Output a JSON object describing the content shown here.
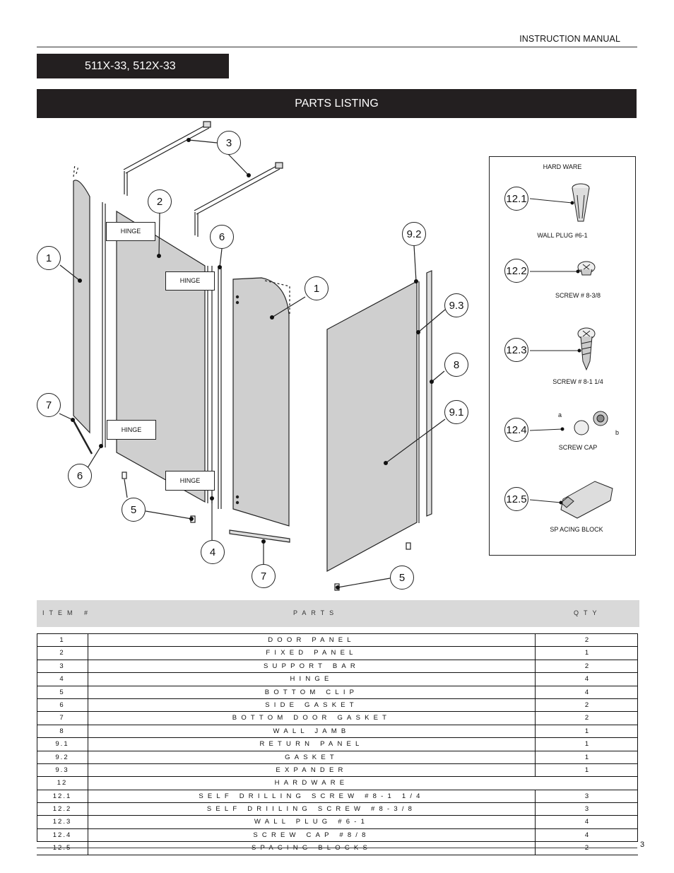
{
  "header": {
    "manual_label": "INSTRUCTION MANUAL"
  },
  "model": {
    "label": "511X-33, 512X-33"
  },
  "section": {
    "title": "PARTS LISTING"
  },
  "diagram": {
    "hinge_label": "HINGE",
    "callouts": [
      "1",
      "2",
      "3",
      "4",
      "5",
      "6",
      "7",
      "8",
      "9.1",
      "9.2",
      "9.3",
      "1",
      "6",
      "7",
      "5"
    ],
    "hardware": {
      "title": "HARD WARE",
      "items": [
        {
          "num": "12.1",
          "label": "WALL PLUG #6-1"
        },
        {
          "num": "12.2",
          "label": "SCREW # 8-3/8"
        },
        {
          "num": "12.3",
          "label": "SCREW # 8-1 1/4"
        },
        {
          "num": "12.4",
          "label": "SCREW CAP",
          "sub_a": "a",
          "sub_b": "b"
        },
        {
          "num": "12.5",
          "label": "SP ACING BLOCK"
        }
      ]
    }
  },
  "table": {
    "headers": {
      "item": "ITEM #",
      "parts": "PARTS",
      "qty": "QTY"
    },
    "rows": [
      {
        "item": "1",
        "part": "DOOR PANEL",
        "qty": "2"
      },
      {
        "item": "2",
        "part": "FIXED PANEL",
        "qty": "1"
      },
      {
        "item": "3",
        "part": "SUPPORT BAR",
        "qty": "2"
      },
      {
        "item": "4",
        "part": "HINGE",
        "qty": "4"
      },
      {
        "item": "5",
        "part": "BOTTOM CLIP",
        "qty": "4"
      },
      {
        "item": "6",
        "part": "SIDE GASKET",
        "qty": "2"
      },
      {
        "item": "7",
        "part": "BOTTOM DOOR GASKET",
        "qty": "2"
      },
      {
        "item": "8",
        "part": "WALL JAMB",
        "qty": "1"
      },
      {
        "item": "9.1",
        "part": "RETURN PANEL",
        "qty": "1"
      },
      {
        "item": "9.2",
        "part": "GASKET",
        "qty": "1"
      },
      {
        "item": "9.3",
        "part": "EXPANDER",
        "qty": "1"
      },
      {
        "item": "12",
        "part": "HARDWARE",
        "qty": ""
      },
      {
        "item": "12.1",
        "part": "SELF DRILLING SCREW  #8-1 1/4",
        "qty": "3"
      },
      {
        "item": "12.2",
        "part": "SELF DRIILING SCREW  #8-3/8",
        "qty": "3"
      },
      {
        "item": "12.3",
        "part": "WALL PLUG #6-1",
        "qty": "4"
      },
      {
        "item": "12.4",
        "part": "SCREW CAP #8/8",
        "qty": "4"
      },
      {
        "item": "12.5",
        "part": "SPACING BLOCKS",
        "qty": "2"
      }
    ]
  },
  "footer": {
    "page_number": "3"
  }
}
